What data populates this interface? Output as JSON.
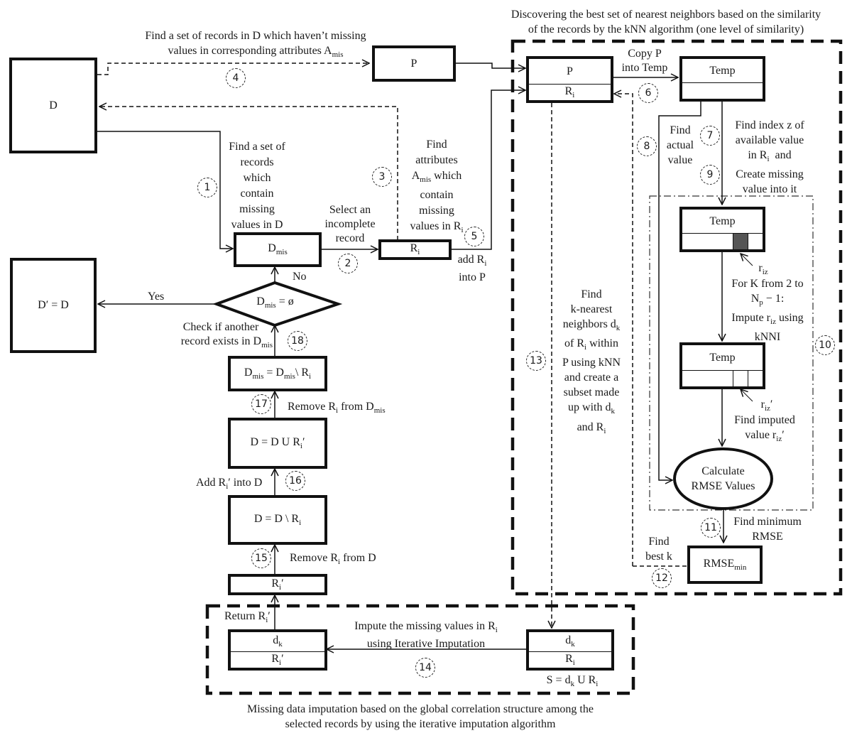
{
  "captions": {
    "knn_region": "Discovering the best set of nearest neighbors based on the similarity of the records by the kNN algorithm (one level of similarity)",
    "knn_region_line1": "Discovering the best set of nearest neighbors based on the similarity",
    "knn_region_line2": "of the records by the kNN algorithm (one level of similarity)",
    "imputation_region_line1": "Missing data imputation based on the global correlation structure among the",
    "imputation_region_line2": "selected records by using the iterative imputation algorithm"
  },
  "nodes": {
    "D": "D",
    "P_outer": "P",
    "P_inner": "P",
    "P_inner_row": "R",
    "P_inner_row_sub": "i",
    "Temp1": "Temp",
    "Temp2": "Temp",
    "Temp3": "Temp",
    "Dmis": "D",
    "Dmis_sub": "mis",
    "Ri": "R",
    "Ri_sub": "i",
    "decision": "D",
    "decision_sub": "mis",
    "decision_rest": " = ø",
    "Dprime": "D′ = D",
    "update_dmis_a": "D",
    "update_dmis_b": " = D",
    "update_dmis_c": "\\ R",
    "update_dmis_sub": "mis",
    "update_dmis_sub_i": "i",
    "union": "D = D U R",
    "union_sub": "i",
    "union_suffix": "′",
    "remove": "D = D \\ R",
    "remove_sub": "i",
    "Ri_prime": "R",
    "Ri_prime_sub": "i",
    "Ri_prime_suffix": "′",
    "calc_rmse": "Calculate RMSE Values",
    "rmse_min": "RMSE",
    "rmse_min_sub": "min",
    "S_left_top": "d",
    "S_left_top_sub": "k",
    "S_left_bot": "R",
    "S_left_bot_sub": "i",
    "S_left_bot_suffix": "′",
    "S_right_top": "d",
    "S_right_top_sub": "k",
    "S_right_bot": "R",
    "S_right_bot_sub": "i",
    "S_def": "S = d",
    "S_def_sub": "k",
    "S_def_rest": " U R",
    "S_def_sub2": "i"
  },
  "edge_labels": {
    "e4_line1": "Find a set of records in D which haven’t missing",
    "e4_line2": "values in corresponding  attributes A",
    "e4_sub": "mis",
    "e1": [
      "Find a set of",
      "records",
      "which",
      "contain",
      "missing",
      "values in D"
    ],
    "e2": [
      "Select an",
      "incomplete",
      "record"
    ],
    "e3": [
      "Find",
      "attributes"
    ],
    "e3_amis": "A",
    "e3_amis_sub": "mis",
    "e3_amis_rest": " which",
    "e3_rest": [
      "contain",
      "missing"
    ],
    "e3_last": "values in R",
    "e3_last_sub": "i",
    "e5_line1": "add R",
    "e5_sub": "i",
    "e5_line2": "into P",
    "copy_line1": "Copy P",
    "copy_line2": "into Temp",
    "e8": [
      "Find",
      "actual",
      "value"
    ],
    "e7_line1": "Find index z of",
    "e7_line2": "available value",
    "e7_line3": "in R",
    "e7_line3_sub": "i",
    "e7_line3_rest": "  and",
    "e7_line4": "Create missing",
    "e7_line5": "value into it",
    "riz": "r",
    "riz_sub": "iz",
    "loop_line1": "For K from 2 to",
    "loop_line2": "N",
    "loop_line2_sub": "p",
    "loop_line2_rest": " − 1:",
    "loop_line3": "Impute r",
    "loop_line3_sub": "iz",
    "loop_line3_rest": " using",
    "loop_line4": "kNNI",
    "riz_prime": "r",
    "riz_prime_sub": "iz",
    "riz_prime_suffix": "′",
    "find_imputed_line1": "Find imputed",
    "find_imputed_line2": "value r",
    "find_imputed_sub": "iz",
    "find_imputed_suffix": "′",
    "find_min_line1": "Find minimum",
    "find_min_line2": "RMSE",
    "best_k_line1": "Find",
    "best_k_line2": "best k",
    "e13": [
      "Find",
      "k-nearest"
    ],
    "e13_l3": "neighbors d",
    "e13_l3_sub": "k",
    "e13_l4": "of R",
    "e13_l4_sub": "i",
    "e13_l4_rest": " within",
    "e13_l5": "P using kNN",
    "e13_l6": "and create a",
    "e13_l7": "subset made",
    "e13_l8": "up with d",
    "e13_l8_sub": "k",
    "e13_l9": "and R",
    "e13_l9_sub": "i",
    "e14_line1": "Impute the missing values in R",
    "e14_sub": "i",
    "e14_line2": "using Iterative Imputation",
    "return": "Return R",
    "return_sub": "i",
    "return_suffix": "′",
    "e15": "Remove R",
    "e15_sub": "i",
    "e15_rest": " from D",
    "e16": "Add R",
    "e16_sub": "i",
    "e16_rest": "′ into D",
    "e17": "Remove R",
    "e17_sub": "i",
    "e17_rest": " from D",
    "e17_sub2": "mis",
    "e18_line1": "Check if another",
    "e18_line2": "record exists in D",
    "e18_sub": "mis",
    "yes": "Yes",
    "no": "No"
  },
  "steps": [
    "1",
    "2",
    "3",
    "4",
    "5",
    "6",
    "7",
    "8",
    "9",
    "10",
    "11",
    "12",
    "13",
    "14",
    "15",
    "16",
    "17",
    "18"
  ]
}
